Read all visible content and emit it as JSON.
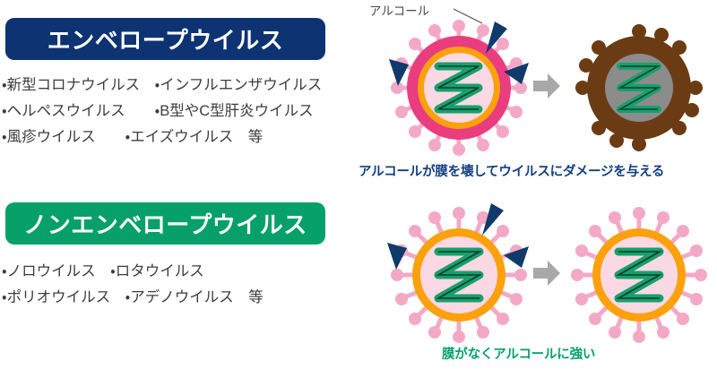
{
  "sections": [
    {
      "id": "enveloped",
      "title": "エンベロープウイルス",
      "title_color": "#0d3372",
      "species_lines": [
        "・新型コロナウイルス　・インフルエンザウイルス",
        "・ヘルペスウイルス　　・B型やC型肝炎ウイルス",
        "・風疹ウイルス　　・エイズウイルス　等"
      ],
      "caption": "アルコールが膜を壊してウイルスにダメージを与える",
      "caption_color": "#123f82",
      "alcohol_label": "アルコール",
      "before_state": "intact-enveloped-virus",
      "after_state": "damaged-virus"
    },
    {
      "id": "nonenveloped",
      "title": "ノンエンベロープウイルス",
      "title_color": "#07a069",
      "species_lines": [
        "・ノロウイルス　・ロタウイルス",
        "・ポリオウイルス　・アデノウイルス　等"
      ],
      "caption": "膜がなくアルコールに強い",
      "caption_color": "#07a069",
      "alcohol_label": "",
      "before_state": "intact-nonenveloped-virus",
      "after_state": "intact-nonenveloped-virus"
    }
  ],
  "palette": {
    "envelope_membrane": "#ea3d7f",
    "capsid_ring": "#fba10d",
    "core_fill": "#fbd9e4",
    "spike": "#f3a9c6",
    "genome_green": "#16a06b",
    "genome_dark": "#0f3b2e",
    "alcohol_wedge": "#103a6b",
    "damaged_body": "#6b3c14",
    "damaged_core": "#8c8c8c",
    "arrow_gray": "#a8a8a8",
    "text_gray": "#3c3c3c"
  },
  "icons": {
    "arrow": "right-arrow-icon",
    "wedge": "alcohol-wedge-icon",
    "genome": "genome-helix-icon",
    "spike": "virus-spike-icon"
  }
}
